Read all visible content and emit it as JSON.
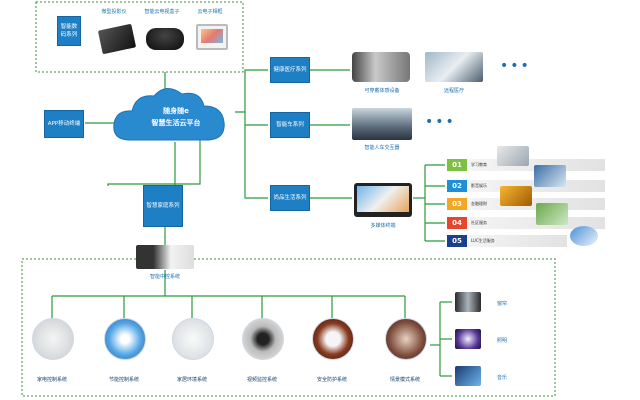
{
  "platform": {
    "line1": "随身随e",
    "line2": "智慧生活云平台"
  },
  "top_group": {
    "label": "智能数码系列",
    "items": [
      "微型投影仪",
      "智能云电视盒子",
      "云电子相框"
    ]
  },
  "app_box": "APP移动终端",
  "health": {
    "label": "健康医疗系列",
    "items": [
      "可穿戴体感设备",
      "远程医疗"
    ]
  },
  "car": {
    "label": "智能车系列",
    "items": [
      "智能人车交互器"
    ]
  },
  "fashion": {
    "label": "尚品生活系列",
    "items": [
      "多媒体终端"
    ],
    "list": [
      {
        "num": "01",
        "text": "学习教育",
        "color": "#7cc242"
      },
      {
        "num": "02",
        "text": "影音娱乐",
        "color": "#1f8fd6"
      },
      {
        "num": "03",
        "text": "金融理财",
        "color": "#f5a623"
      },
      {
        "num": "04",
        "text": "社区服务",
        "color": "#e8452c"
      },
      {
        "num": "05",
        "text": "LUC生活服务",
        "color": "#1b3f8f"
      }
    ]
  },
  "home": {
    "label": "智慧家庭系列",
    "controller": "智能中控系统"
  },
  "bottom": [
    "家电控制系统",
    "节能控制系统",
    "家居环境系统",
    "视频监控系统",
    "安全防护系统",
    "情景模式系统"
  ],
  "scene": [
    "窗帘",
    "照明",
    "音乐"
  ],
  "colors": {
    "box": "#1f7fc4",
    "line": "#2c9a3a",
    "dash": "#3a8f3a"
  }
}
